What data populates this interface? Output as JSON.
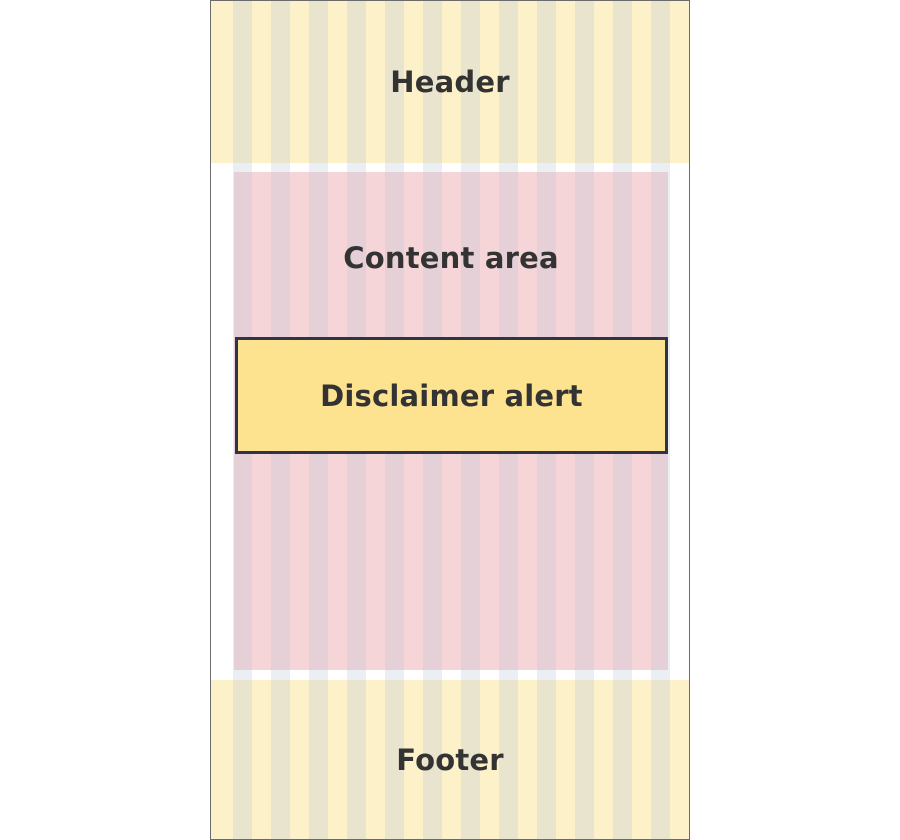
{
  "diagram": {
    "header_label": "Header",
    "content_label": "Content area",
    "alert_label": "Disclaimer alert",
    "footer_label": "Footer",
    "colors": {
      "header_footer": "#fdf1c9",
      "content": "#f6d5d8",
      "alert": "#fde28f",
      "alert_border": "#2f3448",
      "frame_border": "#6b6b6b",
      "text": "#333333"
    }
  }
}
